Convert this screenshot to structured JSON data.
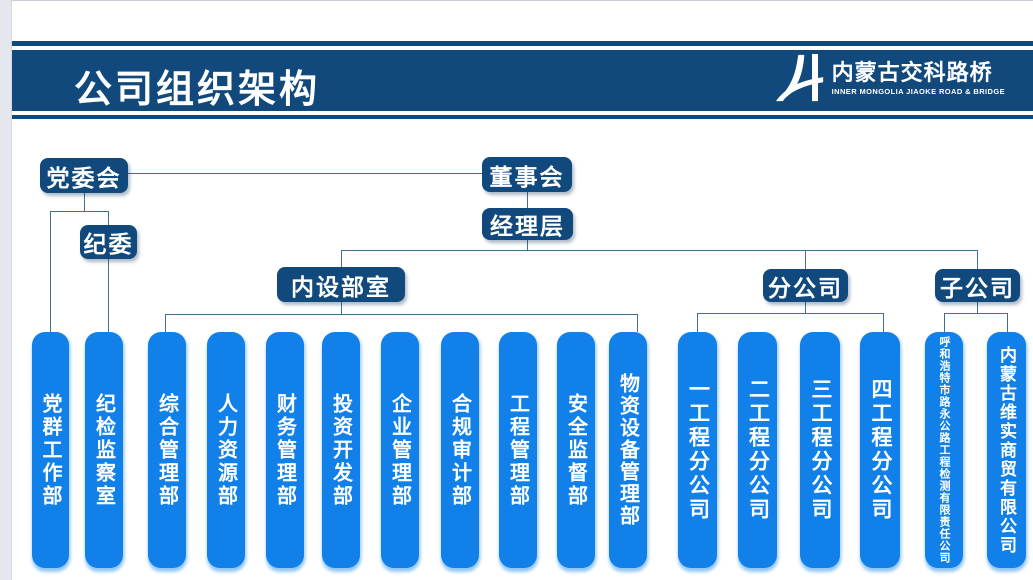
{
  "header": {
    "title": "公司组织架构",
    "logo_cn": "内蒙古交科路桥",
    "logo_en": "INNER MONGOLIA JIAOKE ROAD & BRIDGE"
  },
  "org": {
    "party_committee": "党委会",
    "board": "董事会",
    "management": "经理层",
    "discipline_committee": "纪委",
    "internal_departments": "内设部室",
    "branch_companies": "分公司",
    "subsidiaries": "子公司",
    "columns": [
      {
        "label": "党群工作部"
      },
      {
        "label": "纪检监察室"
      },
      {
        "label": "综合管理部"
      },
      {
        "label": "人力资源部"
      },
      {
        "label": "财务管理部"
      },
      {
        "label": "投资开发部"
      },
      {
        "label": "企业管理部"
      },
      {
        "label": "合规审计部"
      },
      {
        "label": "工程管理部"
      },
      {
        "label": "安全监督部"
      },
      {
        "label": "物资设备管理部"
      },
      {
        "label": "一工程分公司"
      },
      {
        "label": "二工程分公司"
      },
      {
        "label": "三工程分公司"
      },
      {
        "label": "四工程分公司"
      },
      {
        "label": "呼和浩特市路永公路工程检测有限责任公司"
      },
      {
        "label": "内蒙古维实商贸有限公司"
      }
    ]
  },
  "colors": {
    "navy": "#11497c",
    "bright_blue": "#1180e8",
    "connector_line": "#41708f",
    "left_strip": "#e4e7ee"
  }
}
